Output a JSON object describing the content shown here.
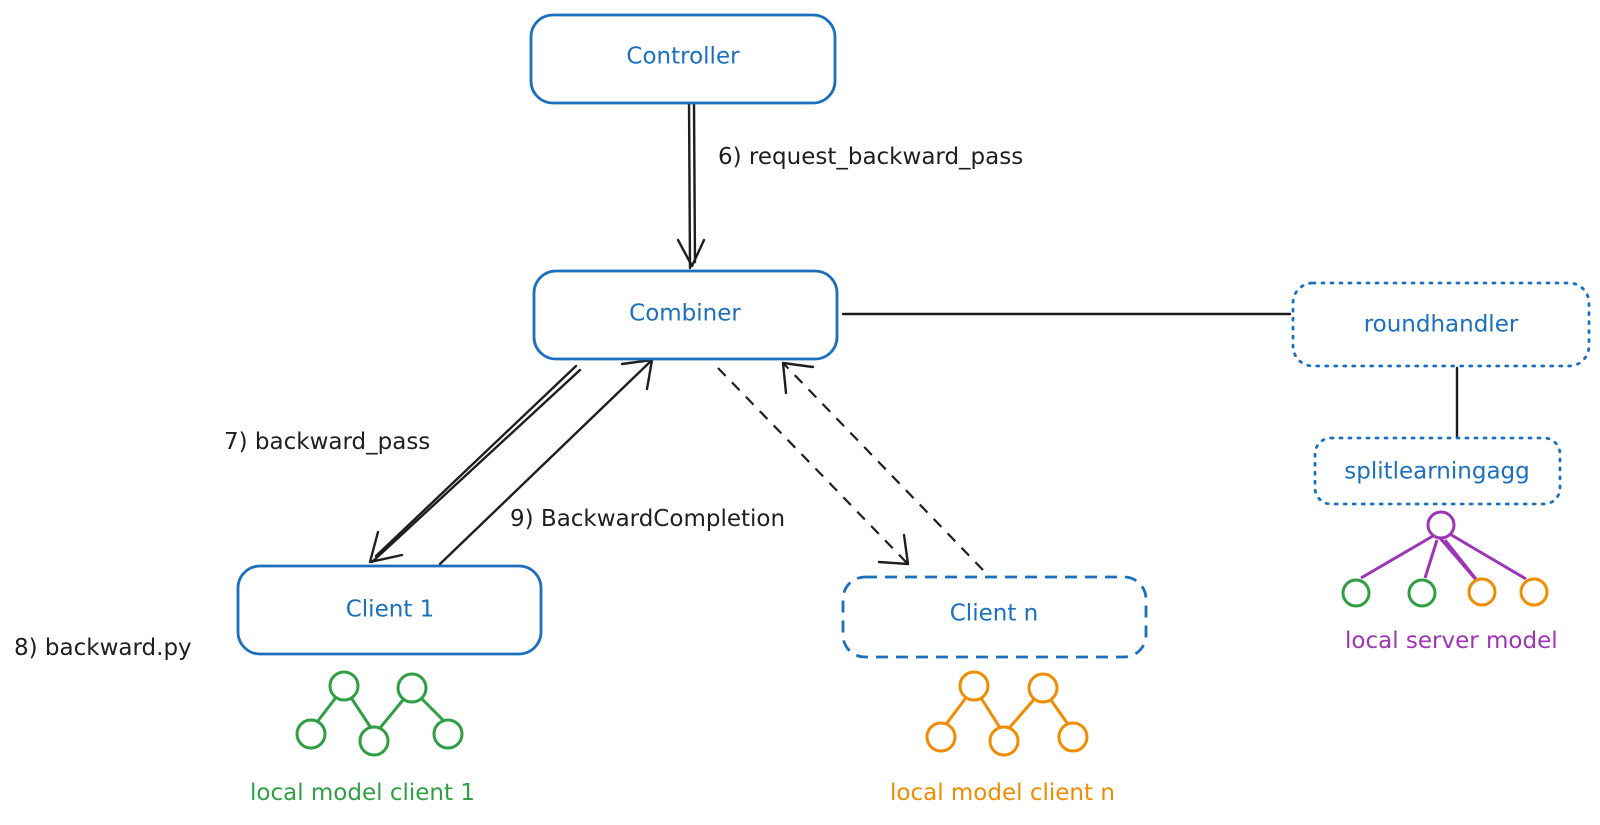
{
  "nodes": {
    "controller": "Controller",
    "combiner": "Combiner",
    "client1": "Client 1",
    "clientn": "Client n",
    "roundhandler": "roundhandler",
    "splitlearningagg": "splitlearningagg"
  },
  "edges": {
    "request_backward_pass": "6) request_backward_pass",
    "backward_pass": "7) backward_pass",
    "backward_py": "8) backward.py",
    "backward_completion": "9) BackwardCompletion"
  },
  "captions": {
    "client1_model": "local model client 1",
    "clientn_model": "local model client n",
    "server_model": "local server model"
  },
  "colors": {
    "node_blue": "#1a6fbe",
    "arrow": "#1e1e1e",
    "client1_green": "#2f9e44",
    "clientn_orange": "#f08c00",
    "server_purple": "#9c36b5"
  }
}
